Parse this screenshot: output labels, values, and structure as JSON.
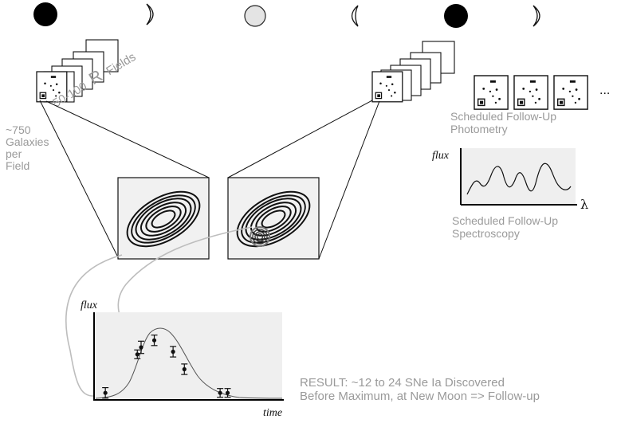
{
  "moon_phases": [
    "new-moon",
    "first-quarter",
    "full-moon",
    "last-quarter",
    "new-moon",
    "first-quarter"
  ],
  "labels": {
    "fields_count": "50-100",
    "fields_band": "R",
    "fields_word": "Fields",
    "galaxies_line1": "~750",
    "galaxies_line2": "Galaxies",
    "galaxies_line3": "per",
    "galaxies_line4": "Field",
    "photometry_line1": "Scheduled Follow-Up",
    "photometry_line2": "Photometry",
    "spectroscopy_line1": "Scheduled Follow-Up",
    "spectroscopy_line2": "Spectroscopy",
    "ellipsis": "...",
    "field_ellipsis": "...",
    "result_line1": "RESULT:  ~12 to 24 SNe Ia Discovered",
    "result_line2": "Before Maximum, at New Moon => Follow-up"
  },
  "spectrum": {
    "ylabel": "flux",
    "xlabel": "λ"
  },
  "lightcurve": {
    "ylabel": "flux",
    "xlabel": "time",
    "points": [
      {
        "t": 0.06,
        "f": 0.08,
        "err": 0.06
      },
      {
        "t": 0.23,
        "f": 0.52,
        "err": 0.05
      },
      {
        "t": 0.25,
        "f": 0.6,
        "err": 0.07
      },
      {
        "t": 0.32,
        "f": 0.68,
        "err": 0.06
      },
      {
        "t": 0.42,
        "f": 0.55,
        "err": 0.06
      },
      {
        "t": 0.48,
        "f": 0.35,
        "err": 0.06
      },
      {
        "t": 0.67,
        "f": 0.08,
        "err": 0.05
      },
      {
        "t": 0.71,
        "f": 0.08,
        "err": 0.05
      }
    ]
  }
}
